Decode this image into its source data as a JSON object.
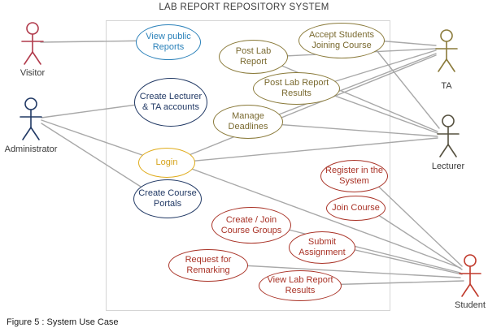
{
  "title": "LAB REPORT REPOSITORY SYSTEM",
  "caption": "Figure 5 : System Use Case",
  "colors": {
    "edge": "#a8a8a8",
    "blue": "#2980b9",
    "olive": "#8a7a3a",
    "navy": "#203864",
    "gold": "#e0ac1c",
    "red": "#a93226"
  },
  "actors": [
    {
      "id": "visitor",
      "label": "Visitor",
      "color": "#b13a4b"
    },
    {
      "id": "administrator",
      "label": "Administrator",
      "color": "#203864"
    },
    {
      "id": "ta",
      "label": "TA",
      "color": "#8a7a3a"
    },
    {
      "id": "lecturer",
      "label": "Lecturer",
      "color": "#55503f"
    },
    {
      "id": "student",
      "label": "Student",
      "color": "#c0392b"
    }
  ],
  "use_cases": [
    {
      "id": "view-public-reports",
      "label": "View public Reports",
      "color": "#2980b9"
    },
    {
      "id": "post-lab-report",
      "label": "Post Lab Report",
      "color": "#8a7a3a"
    },
    {
      "id": "accept-students-joining-course",
      "label": "Accept Students Joining Course",
      "color": "#8a7a3a"
    },
    {
      "id": "post-lab-report-results",
      "label": "Post Lab Report Results",
      "color": "#8a7a3a"
    },
    {
      "id": "create-lecturer-ta-accounts",
      "label": "Create Lecturer & TA accounts",
      "color": "#203864"
    },
    {
      "id": "manage-deadlines",
      "label": "Manage Deadlines",
      "color": "#8a7a3a"
    },
    {
      "id": "login",
      "label": "Login",
      "color": "#e0ac1c"
    },
    {
      "id": "register-in-the-system",
      "label": "Register in the System",
      "color": "#a93226"
    },
    {
      "id": "create-course-portals",
      "label": "Create Course Portals",
      "color": "#203864"
    },
    {
      "id": "join-course",
      "label": "Join Course",
      "color": "#a93226"
    },
    {
      "id": "create-join-course-groups",
      "label": "Create / Join Course Groups",
      "color": "#a93226"
    },
    {
      "id": "submit-assignment",
      "label": "Submit Assignment",
      "color": "#a93226"
    },
    {
      "id": "request-for-remarking",
      "label": "Request for Remarking",
      "color": "#a93226"
    },
    {
      "id": "view-lab-report-results",
      "label": "View Lab Report Results",
      "color": "#a93226"
    }
  ],
  "connections": [
    {
      "from": "Visitor",
      "to": "View public Reports"
    },
    {
      "from": "Administrator",
      "to": "Create Lecturer & TA accounts"
    },
    {
      "from": "Administrator",
      "to": "Login"
    },
    {
      "from": "Administrator",
      "to": "Create Course Portals"
    },
    {
      "from": "TA",
      "to": "Post Lab Report"
    },
    {
      "from": "TA",
      "to": "Accept Students Joining Course"
    },
    {
      "from": "TA",
      "to": "Post Lab Report Results"
    },
    {
      "from": "TA",
      "to": "Manage Deadlines"
    },
    {
      "from": "TA",
      "to": "Login"
    },
    {
      "from": "Lecturer",
      "to": "Post Lab Report"
    },
    {
      "from": "Lecturer",
      "to": "Accept Students Joining Course"
    },
    {
      "from": "Lecturer",
      "to": "Post Lab Report Results"
    },
    {
      "from": "Lecturer",
      "to": "Manage Deadlines"
    },
    {
      "from": "Lecturer",
      "to": "Login"
    },
    {
      "from": "Student",
      "to": "Login"
    },
    {
      "from": "Student",
      "to": "Register in the System"
    },
    {
      "from": "Student",
      "to": "Join Course"
    },
    {
      "from": "Student",
      "to": "Create / Join Course Groups"
    },
    {
      "from": "Student",
      "to": "Submit Assignment"
    },
    {
      "from": "Student",
      "to": "Request for Remarking"
    },
    {
      "from": "Student",
      "to": "View Lab Report Results"
    }
  ]
}
